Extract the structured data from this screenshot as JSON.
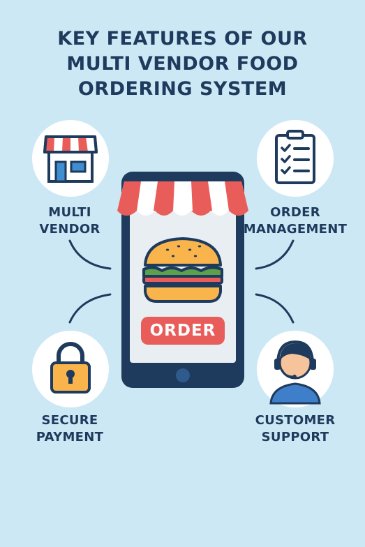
{
  "title": {
    "line1": "KEY FEATURES OF OUR",
    "line2": "MULTI VENDOR FOOD",
    "line3": "ORDERING SYSTEM"
  },
  "features": {
    "multi_vendor": {
      "line1": "MULTI",
      "line2": "VENDOR",
      "icon": "storefront-icon"
    },
    "order_management": {
      "line1": "ORDER",
      "line2": "MANAGEMENT",
      "icon": "checklist-icon"
    },
    "secure_payment": {
      "line1": "SECURE",
      "line2": "PAYMENT",
      "icon": "padlock-icon"
    },
    "customer_support": {
      "line1": "CUSTOMER",
      "line2": "SUPPORT",
      "icon": "headset-agent-icon"
    }
  },
  "phone": {
    "button_label": "ORDER",
    "icon": "burger-icon"
  },
  "colors": {
    "background": "#cde8f5",
    "navy": "#1e3a5c",
    "red": "#e85c5a",
    "bun": "#f9b54c",
    "lettuce": "#5ba04a",
    "screen": "#e8eef2"
  }
}
